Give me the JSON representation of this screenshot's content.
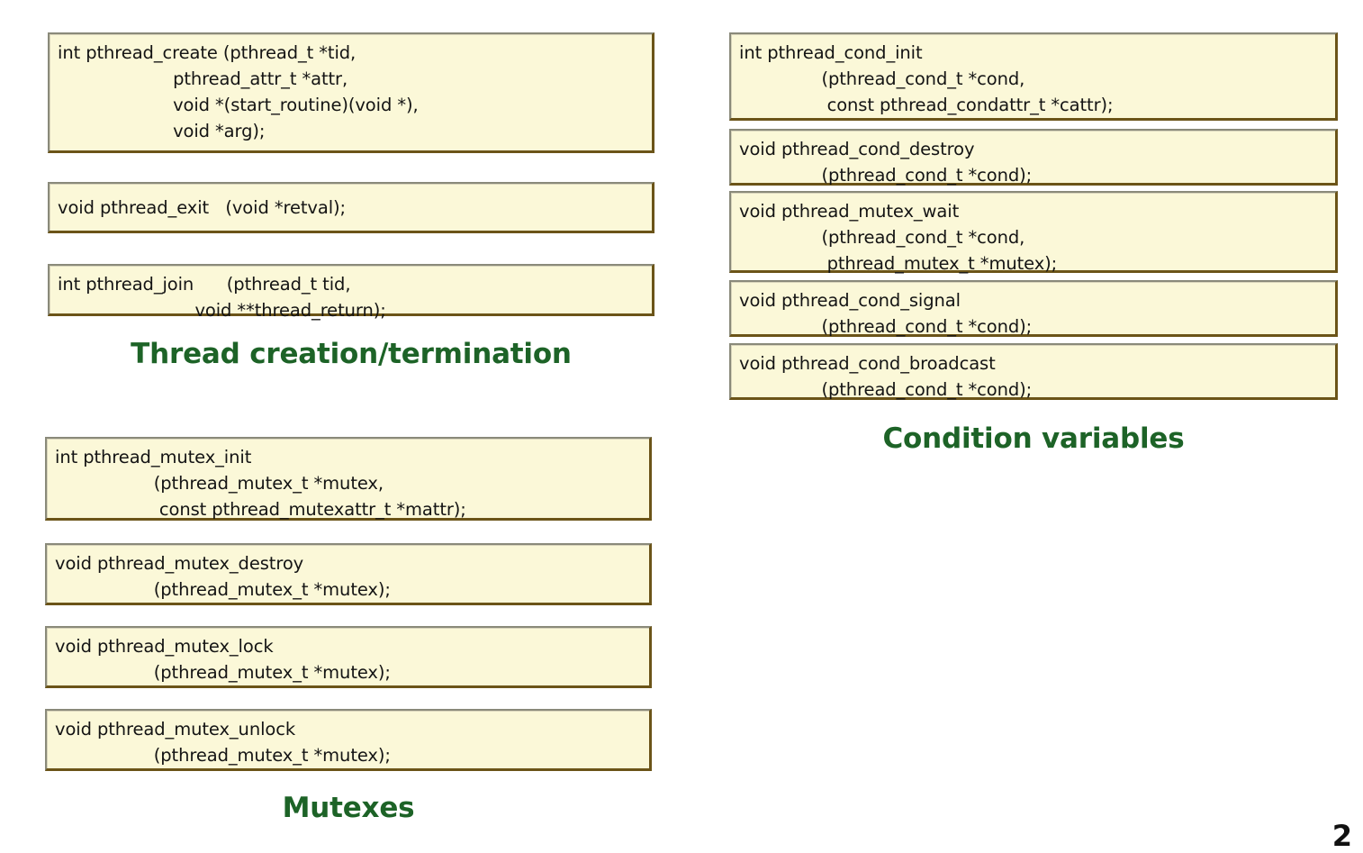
{
  "colors": {
    "box_fill": "#fbf8d8",
    "box_border_light": "#8a8a7a",
    "box_border_dark": "#6b5418",
    "caption_green": "#1d6327",
    "code_text": "#141414",
    "background": "#ffffff"
  },
  "sections": {
    "thread": {
      "caption": "Thread creation/termination",
      "boxes": [
        {
          "name": "pthread_create",
          "lines": [
            "int pthread_create (pthread_t *tid,",
            "                     pthread_attr_t *attr,",
            "                     void *(start_routine)(void *),",
            "                     void *arg);"
          ]
        },
        {
          "name": "pthread_exit",
          "lines": [
            "void pthread_exit   (void *retval);"
          ]
        },
        {
          "name": "pthread_join",
          "lines": [
            "int pthread_join      (pthread_t tid,",
            "                         void **thread_return);"
          ]
        }
      ]
    },
    "mutexes": {
      "caption": "Mutexes",
      "boxes": [
        {
          "name": "pthread_mutex_init",
          "lines": [
            "int pthread_mutex_init",
            "                  (pthread_mutex_t *mutex,",
            "                   const pthread_mutexattr_t *mattr);"
          ]
        },
        {
          "name": "pthread_mutex_destroy",
          "lines": [
            "void pthread_mutex_destroy",
            "                  (pthread_mutex_t *mutex);"
          ]
        },
        {
          "name": "pthread_mutex_lock",
          "lines": [
            "void pthread_mutex_lock",
            "                  (pthread_mutex_t *mutex);"
          ]
        },
        {
          "name": "pthread_mutex_unlock",
          "lines": [
            "void pthread_mutex_unlock",
            "                  (pthread_mutex_t *mutex);"
          ]
        }
      ]
    },
    "condition_variables": {
      "caption": "Condition variables",
      "boxes": [
        {
          "name": "pthread_cond_init",
          "lines": [
            "int pthread_cond_init",
            "               (pthread_cond_t *cond,",
            "                const pthread_condattr_t *cattr);"
          ]
        },
        {
          "name": "pthread_cond_destroy",
          "lines": [
            "void pthread_cond_destroy",
            "               (pthread_cond_t *cond);"
          ]
        },
        {
          "name": "pthread_mutex_wait",
          "lines": [
            "void pthread_mutex_wait",
            "               (pthread_cond_t *cond,",
            "                pthread_mutex_t *mutex);"
          ]
        },
        {
          "name": "pthread_cond_signal",
          "lines": [
            "void pthread_cond_signal",
            "               (pthread_cond_t *cond);"
          ]
        },
        {
          "name": "pthread_cond_broadcast",
          "lines": [
            "void pthread_cond_broadcast",
            "               (pthread_cond_t *cond);"
          ]
        }
      ]
    }
  },
  "footer": {
    "page_number": "2"
  }
}
